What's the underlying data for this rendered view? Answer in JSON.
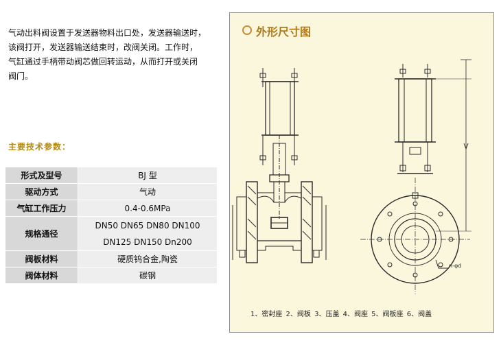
{
  "description": [
    "气动出料阀设置于发送器物料出口处，发送器输送时，",
    "该阀打开，发送器输送结束时，改阀关闭。工作时，",
    "气缸通过手柄带动阀芯做回转运动，从而打开或关闭",
    "阀门。"
  ],
  "spec_title": "主要技术参数：",
  "spec_rows": [
    {
      "key": "形式及型号",
      "value": "BJ 型"
    },
    {
      "key": "驱动方式",
      "value": "气动"
    },
    {
      "key": "气缸工作压力",
      "value": "0.4-0.6MPa"
    },
    {
      "key": "规格通径",
      "value": "DN50 DN65 DN80 DN100",
      "value2": "DN125 DN150 Dn200"
    },
    {
      "key": "阀板材料",
      "value": "硬质钨合金,陶瓷"
    },
    {
      "key": "阀体材料",
      "value": "碳钢"
    }
  ],
  "drawing": {
    "title": "外形尺寸图",
    "callout": "n-φd",
    "parts_legend": "1、密封座  2、阀板  3、压盖  4、阀座  5、阀板座  6、阀盖",
    "colors": {
      "panel_bg": "#faf7dd",
      "title": "#b07a1a",
      "line": "#2a2a2a"
    }
  }
}
